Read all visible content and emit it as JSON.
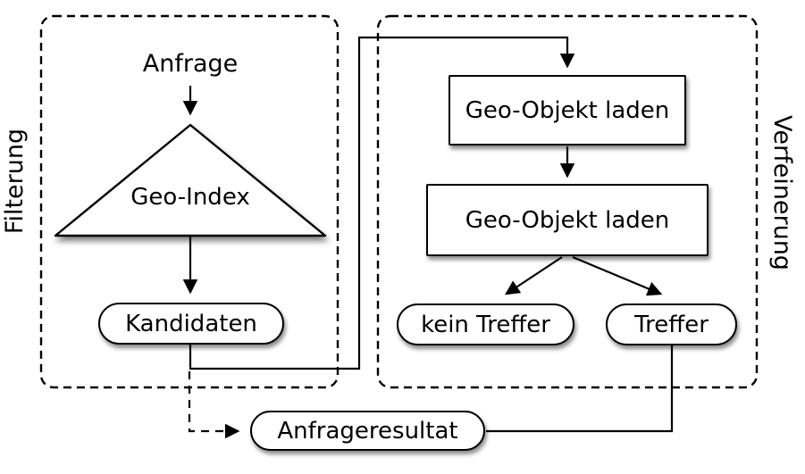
{
  "diagram": {
    "colors": {
      "line": "#000000",
      "node_fill": "#ffffff",
      "background": "#ffffff",
      "shadow": "rgba(0,0,0,0.45)"
    },
    "phases": {
      "filtering": {
        "label": "Filterung"
      },
      "refinement": {
        "label": "Verfeinerung"
      }
    },
    "nodes": {
      "query": {
        "label": "Anfrage",
        "shape": "text"
      },
      "geo_index": {
        "label": "Geo-Index",
        "shape": "triangle"
      },
      "candidates": {
        "label": "Kandidaten",
        "shape": "pill"
      },
      "load_object_1": {
        "label": "Geo-Objekt laden",
        "shape": "rect"
      },
      "load_object_2": {
        "label": "Geo-Objekt laden",
        "shape": "rect"
      },
      "no_hit": {
        "label": "kein Treffer",
        "shape": "pill"
      },
      "hit": {
        "label": "Treffer",
        "shape": "pill"
      },
      "query_result": {
        "label": "Anfrageresultat",
        "shape": "pill"
      }
    },
    "edges": [
      "Anfrage -> Geo-Index",
      "Geo-Index -> Kandidaten",
      "Kandidaten -> Geo-Objekt laden (1)",
      "Geo-Objekt laden (1) -> Geo-Objekt laden (2)",
      "Geo-Objekt laden (2) -> kein Treffer",
      "Geo-Objekt laden (2) -> Treffer",
      "Treffer -> Anfrageresultat",
      "Kandidaten -> Anfrageresultat (dashed)"
    ]
  }
}
